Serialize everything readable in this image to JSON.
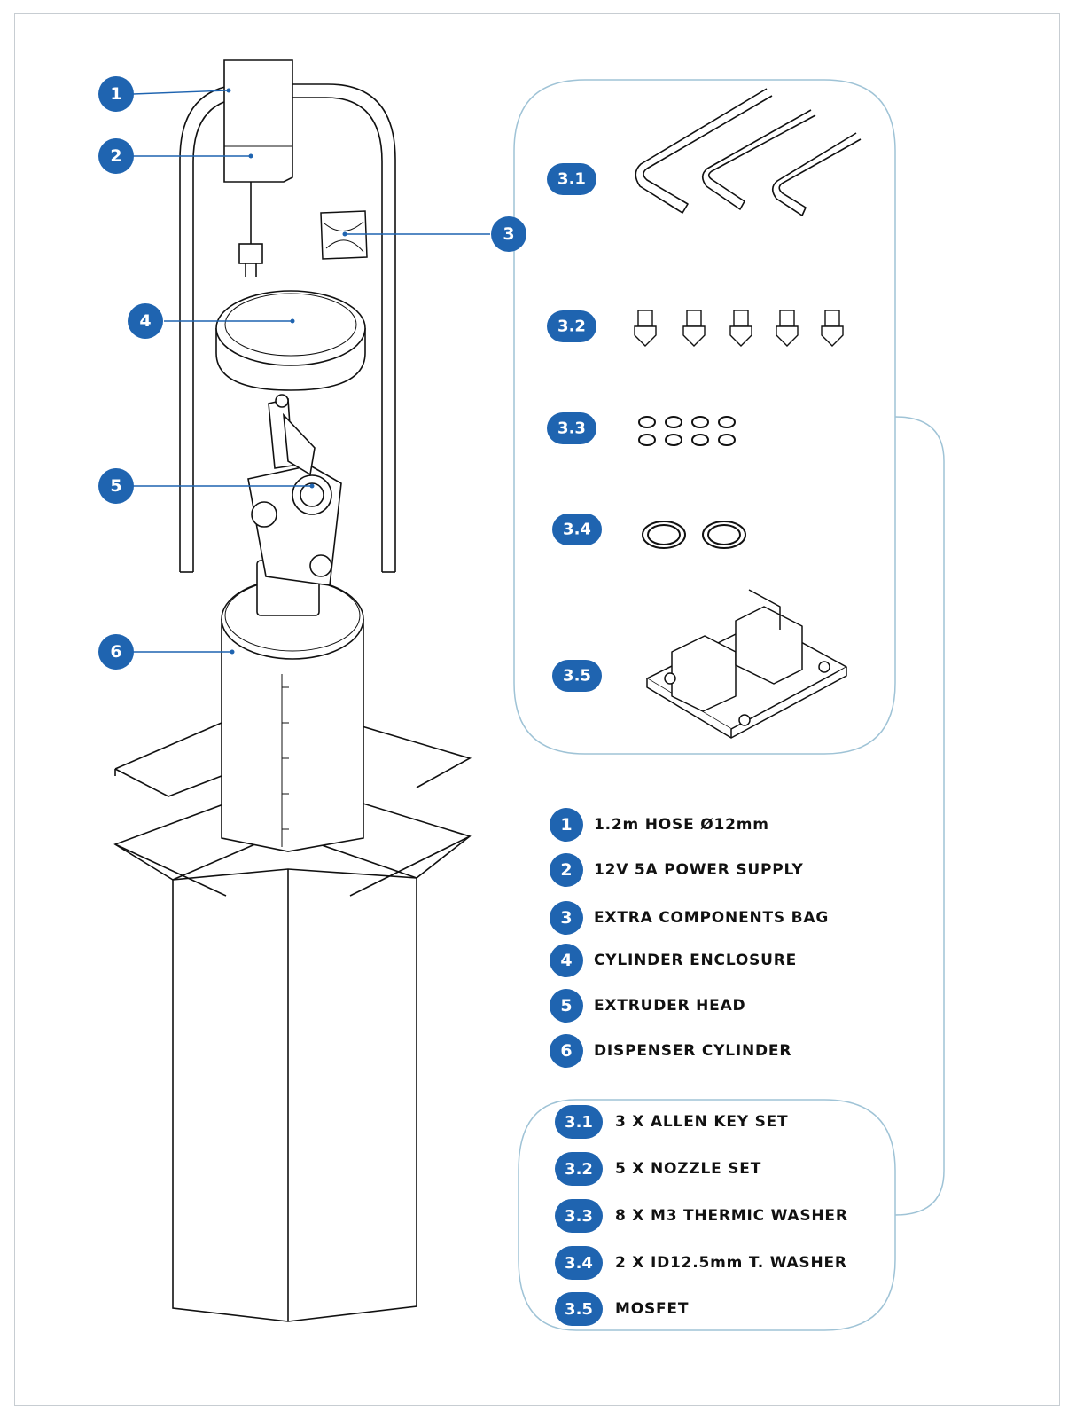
{
  "colors": {
    "accent": "#1f64b0",
    "line": "#111111",
    "panel_border": "#9fc3d6"
  },
  "callouts": [
    {
      "number": "1"
    },
    {
      "number": "2"
    },
    {
      "number": "3"
    },
    {
      "number": "4"
    },
    {
      "number": "5"
    },
    {
      "number": "6"
    }
  ],
  "components_panel": {
    "items": [
      {
        "number": "3.1"
      },
      {
        "number": "3.2"
      },
      {
        "number": "3.3"
      },
      {
        "number": "3.4"
      },
      {
        "number": "3.5"
      }
    ]
  },
  "legend": {
    "items": [
      {
        "number": "1",
        "label": "1.2m HOSE Ø12mm"
      },
      {
        "number": "2",
        "label": "12V 5A POWER SUPPLY"
      },
      {
        "number": "3",
        "label": "EXTRA COMPONENTS BAG"
      },
      {
        "number": "4",
        "label": "CYLINDER ENCLOSURE"
      },
      {
        "number": "5",
        "label": "EXTRUDER HEAD"
      },
      {
        "number": "6",
        "label": "DISPENSER CYLINDER"
      }
    ]
  },
  "sub_legend": {
    "items": [
      {
        "number": "3.1",
        "label": "3 X ALLEN KEY SET"
      },
      {
        "number": "3.2",
        "label": "5 X NOZZLE SET"
      },
      {
        "number": "3.3",
        "label": "8 X M3 THERMIC WASHER"
      },
      {
        "number": "3.4",
        "label": "2 X ID12.5mm T. WASHER"
      },
      {
        "number": "3.5",
        "label": "MOSFET"
      }
    ]
  }
}
